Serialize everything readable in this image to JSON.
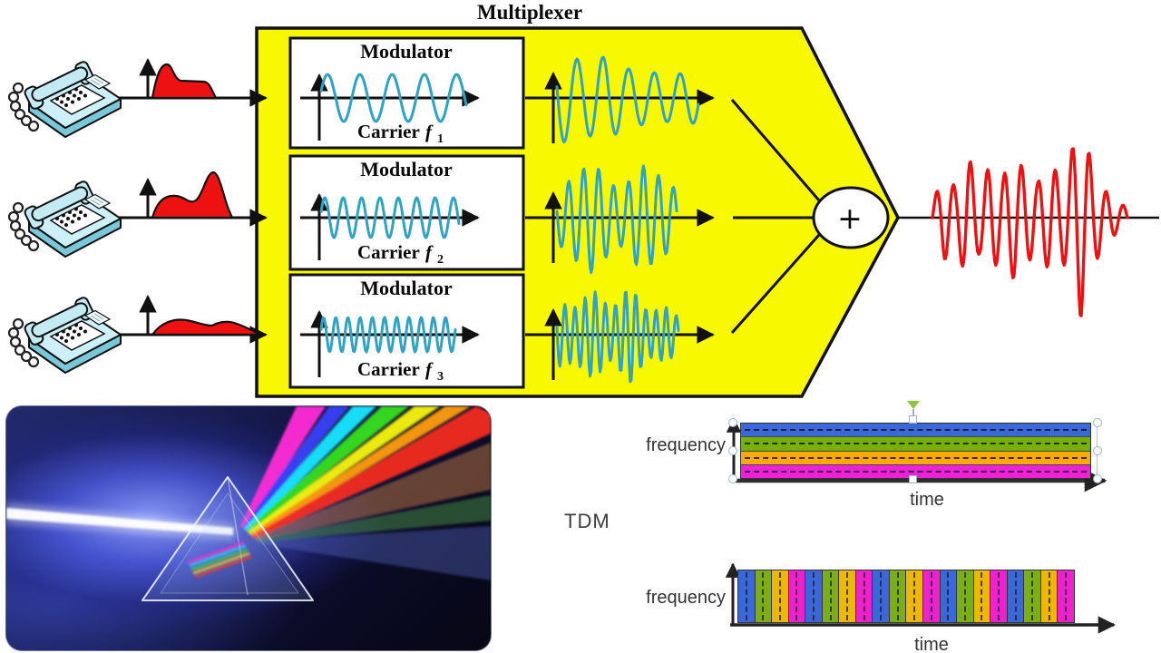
{
  "multiplexer": {
    "title": "Multiplexer",
    "sum_symbol": "+",
    "channels": [
      {
        "input_icon": "telephone-icon",
        "modulator_label": "Modulator",
        "carrier_prefix": "Carrier",
        "carrier_symbol": "f",
        "carrier_sub": "1"
      },
      {
        "input_icon": "telephone-icon",
        "modulator_label": "Modulator",
        "carrier_prefix": "Carrier",
        "carrier_symbol": "f",
        "carrier_sub": "2"
      },
      {
        "input_icon": "telephone-icon",
        "modulator_label": "Modulator",
        "carrier_prefix": "Carrier",
        "carrier_symbol": "f",
        "carrier_sub": "3"
      }
    ]
  },
  "fdm_chart": {
    "type": "area",
    "ylabel": "frequency",
    "xlabel": "time",
    "bands": [
      "#3a68d8",
      "#76b000",
      "#ffaa00",
      "#f01fd8"
    ],
    "selected": true
  },
  "tdm_chart": {
    "type": "bar",
    "label": "TDM",
    "ylabel": "frequency",
    "xlabel": "time",
    "slot_count": 20,
    "slot_colors": [
      "#3a68d8",
      "#7ab016",
      "#eeb800",
      "#ee22cc"
    ]
  },
  "colors": {
    "multiplexer_fill": "#f8f800",
    "carrier_wave": "#2fa3c6",
    "signal_red": "#ee1111"
  }
}
